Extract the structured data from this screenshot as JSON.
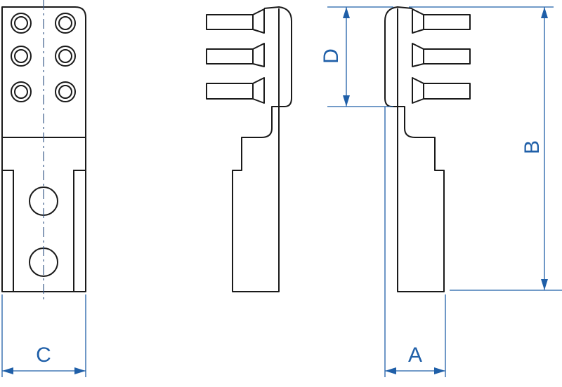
{
  "colors": {
    "dimension": "#1f5fa8",
    "outline": "#1a1a1a",
    "background": "#ffffff"
  },
  "dimensions": {
    "a": "A",
    "b": "B",
    "c": "C",
    "d": "D"
  }
}
